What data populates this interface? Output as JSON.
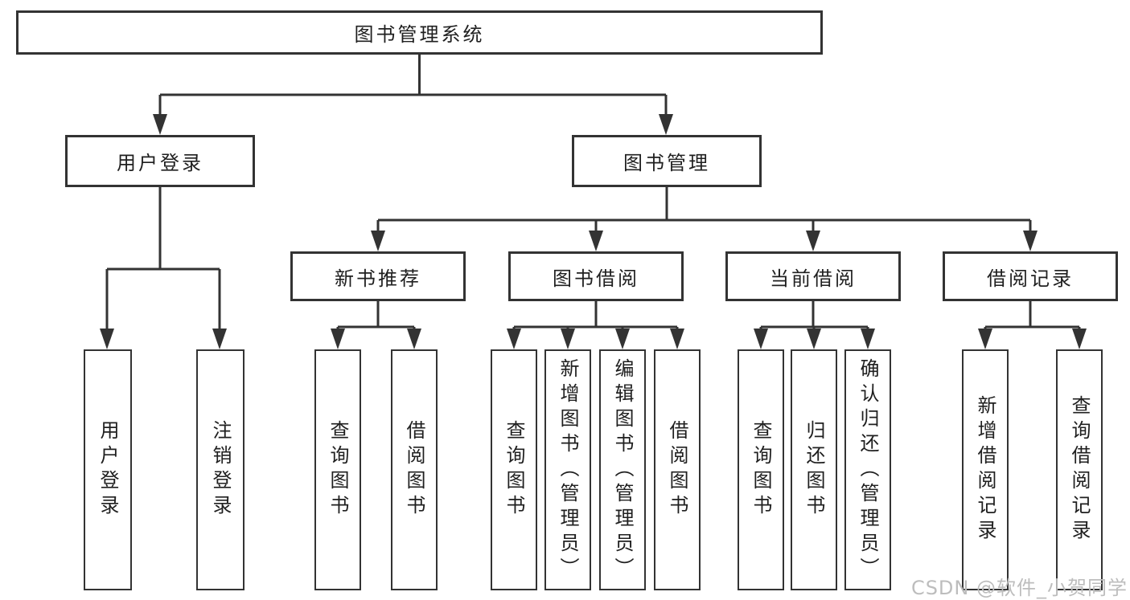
{
  "diagram": {
    "title": "图书管理系统",
    "watermark": "CSDN @软件_小贺同学",
    "colors": {
      "line": "#333333",
      "text": "#1f1f1f",
      "box_background": "#ffffff",
      "watermark": "#bdbdbd",
      "background": "#ffffff"
    },
    "root": {
      "label": "图书管理系统",
      "children": [
        {
          "label": "用户登录",
          "children": [
            {
              "label": "用户登录"
            },
            {
              "label": "注销登录"
            }
          ]
        },
        {
          "label": "图书管理",
          "children": [
            {
              "label": "新书推荐",
              "children": [
                {
                  "label": "查询图书"
                },
                {
                  "label": "借阅图书"
                }
              ]
            },
            {
              "label": "图书借阅",
              "children": [
                {
                  "label": "查询图书"
                },
                {
                  "label": "新增图书（管理员）"
                },
                {
                  "label": "编辑图书（管理员）"
                },
                {
                  "label": "借阅图书"
                }
              ]
            },
            {
              "label": "当前借阅",
              "children": [
                {
                  "label": "查询图书"
                },
                {
                  "label": "归还图书"
                },
                {
                  "label": "确认归还（管理员）"
                }
              ]
            },
            {
              "label": "借阅记录",
              "children": [
                {
                  "label": "新增借阅记录"
                },
                {
                  "label": "查询借阅记录"
                }
              ]
            }
          ]
        }
      ]
    }
  }
}
